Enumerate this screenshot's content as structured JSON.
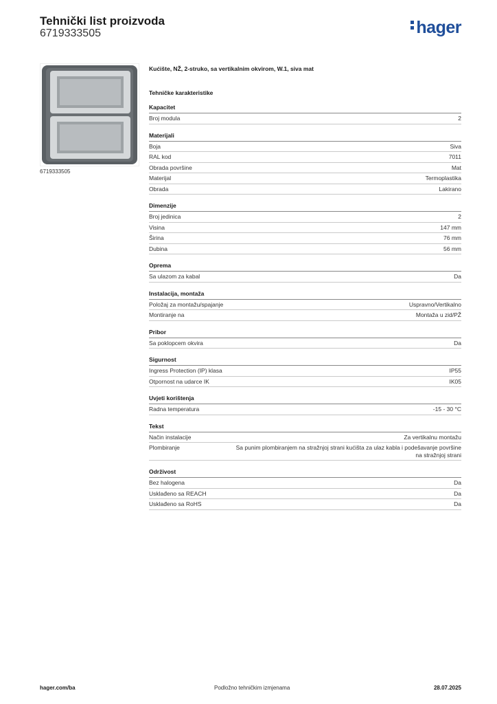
{
  "header": {
    "title": "Tehnički list proizvoda",
    "code": "6719333505",
    "logo": "hager"
  },
  "image": {
    "caption": "6719333505",
    "icon": "product-enclosure-image"
  },
  "description": "Kućište, NŽ, 2-struko, sa vertikalnim okvirom, W.1, siva mat",
  "section_title": "Tehničke karakteristike",
  "groups": [
    {
      "title": "Kapacitet",
      "rows": [
        {
          "k": "Broj modula",
          "v": "2"
        }
      ]
    },
    {
      "title": "Materijali",
      "rows": [
        {
          "k": "Boja",
          "v": "Siva"
        },
        {
          "k": "RAL kod",
          "v": "7011"
        },
        {
          "k": "Obrada površine",
          "v": "Mat"
        },
        {
          "k": "Materijal",
          "v": "Termoplastika"
        },
        {
          "k": "Obrada",
          "v": "Lakirano"
        }
      ]
    },
    {
      "title": "Dimenzije",
      "rows": [
        {
          "k": "Broj jedinica",
          "v": "2"
        },
        {
          "k": "Visina",
          "v": "147 mm"
        },
        {
          "k": "Širina",
          "v": "76 mm"
        },
        {
          "k": "Dubina",
          "v": "56 mm"
        }
      ]
    },
    {
      "title": "Oprema",
      "rows": [
        {
          "k": "Sa ulazom za kabal",
          "v": "Da"
        }
      ]
    },
    {
      "title": "Instalacija, montaža",
      "rows": [
        {
          "k": "Položaj za montažu/spajanje",
          "v": "Uspravno/Vertikalno"
        },
        {
          "k": "Montiranje na",
          "v": "Montaža u zid/PŽ"
        }
      ]
    },
    {
      "title": "Pribor",
      "rows": [
        {
          "k": "Sa poklopcem okvira",
          "v": "Da"
        }
      ]
    },
    {
      "title": "Sigurnost",
      "rows": [
        {
          "k": "Ingress Protection (IP) klasa",
          "v": "IP55"
        },
        {
          "k": "Otpornost na udarce IK",
          "v": "IK05"
        }
      ]
    },
    {
      "title": "Uvjeti korištenja",
      "rows": [
        {
          "k": "Radna temperatura",
          "v": "-15 - 30 °C"
        }
      ]
    },
    {
      "title": "Tekst",
      "rows": [
        {
          "k": "Način instalacije",
          "v": "Za vertikalnu montažu"
        },
        {
          "k": "Plombiranje",
          "v": "Sa punim plombiranjem na stražnjoj strani kućišta za ulaz kabla i podešavanje površine na stražnjoj strani"
        }
      ]
    },
    {
      "title": "Održivost",
      "rows": [
        {
          "k": "Bez halogena",
          "v": "Da"
        },
        {
          "k": "Usklađeno sa REACH",
          "v": "Da"
        },
        {
          "k": "Usklađeno sa RoHS",
          "v": "Da"
        }
      ]
    }
  ],
  "footer": {
    "left": "hager.com/ba",
    "middle": "Podložno tehničkim izmjenama",
    "right": "28.07.2025"
  }
}
